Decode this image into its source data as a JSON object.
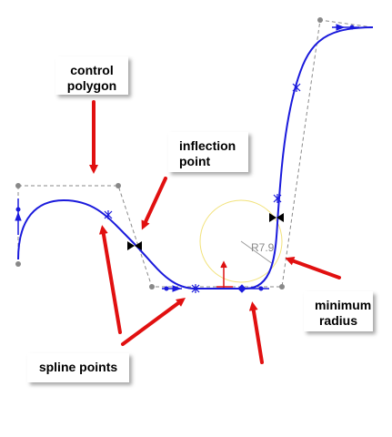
{
  "callouts": {
    "control_polygon": {
      "line1": "control",
      "line2": "polygon"
    },
    "inflection_point": {
      "line1": "inflection",
      "line2": "point"
    },
    "minimum_radius": {
      "line1": "minimum",
      "line2": "radius"
    },
    "spline_points": {
      "line1": "spline points"
    }
  },
  "dimension_label": "R7.9",
  "colors": {
    "spline": "#1a1adc",
    "control_polygon": "#8a8a8a",
    "arrow": "#e11010",
    "curvature_circle": "#f2e27a",
    "origin": "#d11",
    "handle": "#1a1adc",
    "inflection_marker": "#000000"
  }
}
